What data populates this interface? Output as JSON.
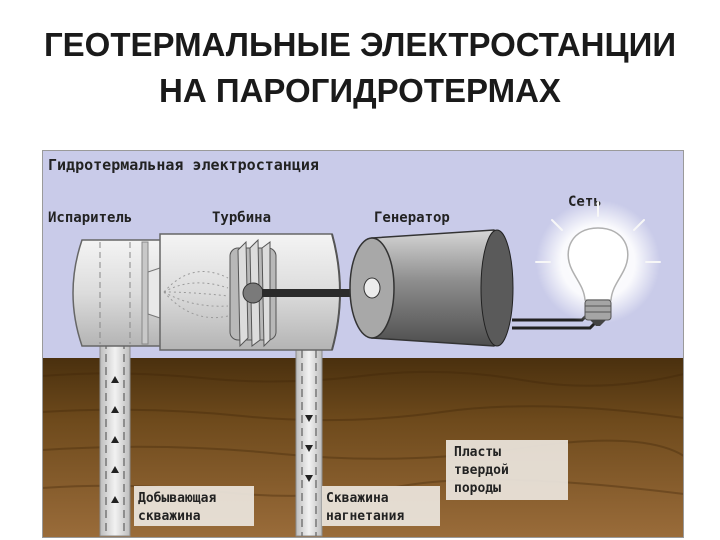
{
  "title": {
    "line1": "ГЕОТЕРМАЛЬНЫЕ ЭЛЕКТРОСТАНЦИИ",
    "line2": "НА ПАРОГИДРОТЕРМАХ"
  },
  "diagram": {
    "heading": "Гидротермальная электростанция",
    "labels": {
      "evaporator": "Испаритель",
      "turbine": "Турбина",
      "generator": "Генератор",
      "grid": "Сеть",
      "production_well_1": "Добывающая",
      "production_well_2": "скважина",
      "injection_well_1": "Скважина",
      "injection_well_2": "нагнетания",
      "rock_1": "Пласты",
      "rock_2": "твердой",
      "rock_3": "породы"
    },
    "colors": {
      "sky": "#c9cbe9",
      "soil_top": "#5c3e15",
      "soil_bottom": "#8b6234",
      "metal": "#9a9a9a",
      "pipe": "#e4e4e4"
    }
  }
}
